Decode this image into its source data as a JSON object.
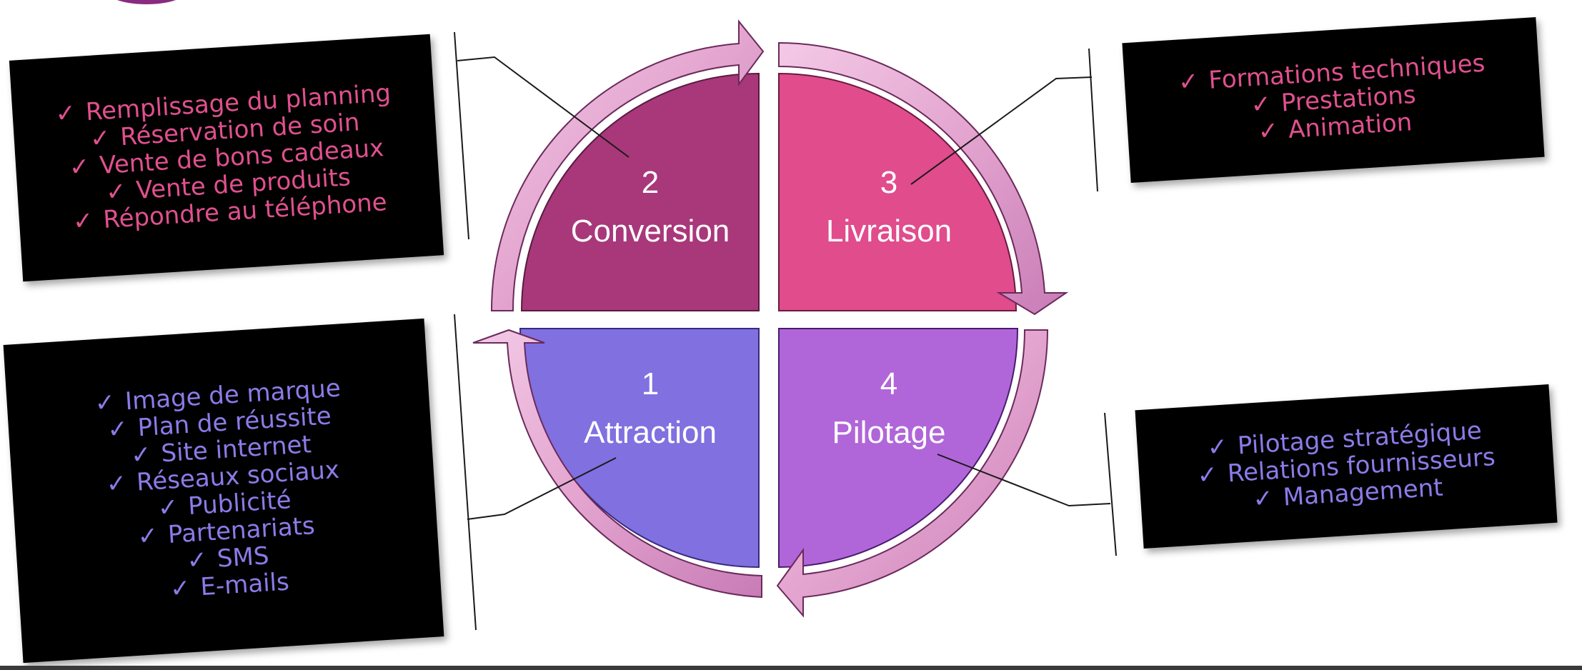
{
  "quadrants": {
    "conversion": {
      "number": "2",
      "label": "Conversion",
      "color": "#a8387a"
    },
    "livraison": {
      "number": "3",
      "label": "Livraison",
      "color": "#e04c8c"
    },
    "attraction": {
      "number": "1",
      "label": "Attraction",
      "color": "#8070e0"
    },
    "pilotage": {
      "number": "4",
      "label": "Pilotage",
      "color": "#b066d8"
    }
  },
  "arrow_color": "#e3a4cf",
  "check_glyph": "✓",
  "callouts": {
    "conversion": {
      "text_color": "#e0508e",
      "items": [
        "Remplissage du planning",
        "Réservation de soin",
        "Vente de bons cadeaux",
        "Vente de produits",
        "Répondre au téléphone"
      ]
    },
    "livraison": {
      "text_color": "#e0508e",
      "items": [
        "Formations techniques",
        "Prestations",
        "Animation"
      ]
    },
    "attraction": {
      "text_color": "#8b7be8",
      "items": [
        "Image de marque",
        "Plan de réussite",
        "Site internet",
        "Réseaux sociaux",
        "Publicité",
        "Partenariats",
        "SMS",
        "E-mails"
      ]
    },
    "pilotage": {
      "text_color": "#8b7be8",
      "items": [
        "Pilotage stratégique",
        "Relations fournisseurs",
        "Management"
      ]
    }
  }
}
